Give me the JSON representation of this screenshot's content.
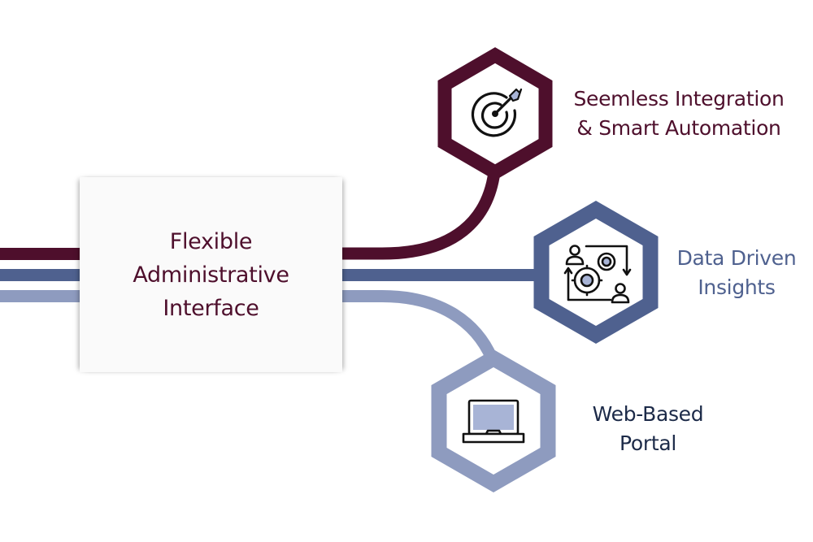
{
  "colors": {
    "maroon": "#4e0f2c",
    "blue": "#4f618f",
    "light_blue": "#8e9bbf",
    "icon_accent": "#a8b4d6",
    "navy_text": "#1c2a48",
    "box_bg": "#fafafa"
  },
  "center": {
    "lines": [
      "Flexible",
      "Administrative",
      "Interface"
    ]
  },
  "branches": [
    {
      "id": "integration",
      "icon": "target-icon",
      "color": "maroon",
      "lines": [
        "Seemless Integration",
        "& Smart Automation"
      ]
    },
    {
      "id": "insights",
      "icon": "users-gears-icon",
      "color": "blue",
      "lines": [
        "Data Driven",
        "Insights"
      ]
    },
    {
      "id": "portal",
      "icon": "laptop-icon",
      "color": "light_blue",
      "lines": [
        "Web-Based",
        "Portal"
      ]
    }
  ]
}
